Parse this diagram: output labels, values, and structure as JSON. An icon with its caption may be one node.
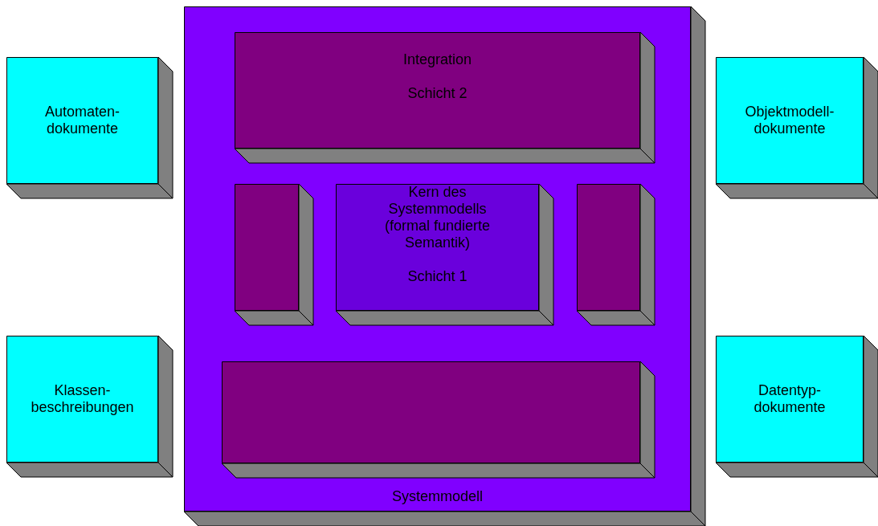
{
  "diagram": {
    "nodes": [
      {
        "text": [
          "Automaten- dokumente"
        ]
      },
      {
        "text": [
          "Klassen- beschreibungen"
        ]
      },
      {
        "text": [
          "Systemmodell"
        ]
      },
      {
        "text": [
          "Integration",
          "Schicht 2"
        ],
        "in": 2
      },
      {
        "text": [],
        "shape": "box",
        "in": 2
      },
      {
        "text": [
          "Kern des Systemmodells (formal fundierte Semantik)",
          "Schicht 1"
        ],
        "in": 2
      },
      {
        "text": [],
        "shape": "box",
        "in": 2
      },
      {
        "text": [],
        "shape": "box",
        "in": 2
      },
      {
        "text": [
          "Objektmodell- dokumente"
        ]
      },
      {
        "text": [
          "Datentyp- dokumente"
        ]
      }
    ]
  }
}
